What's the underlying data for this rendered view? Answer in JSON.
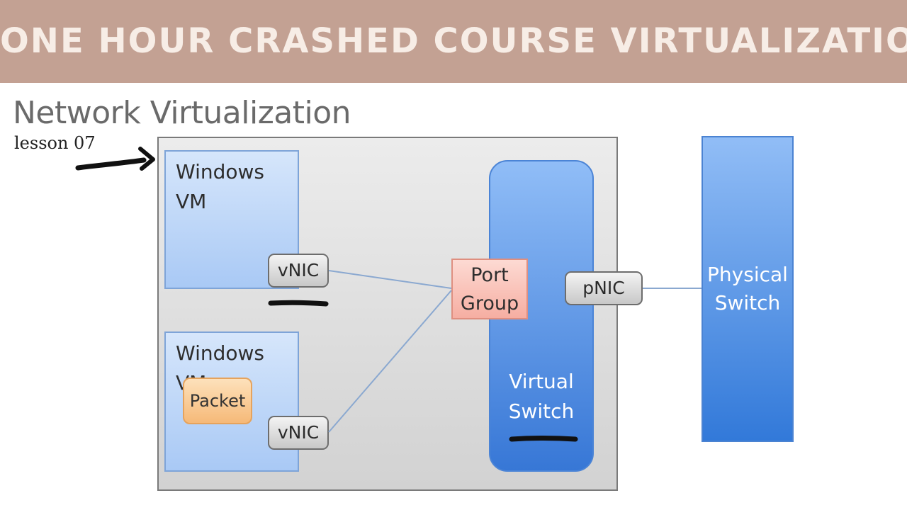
{
  "banner": {
    "title": "ONE HOUR CRASHED COURSE VIRTUALIZATION"
  },
  "slide": {
    "title": "Network Virtualization",
    "lesson": "lesson 07"
  },
  "diagram": {
    "vm1": {
      "label": "Windows\nVM",
      "nic": "vNIC"
    },
    "vm2": {
      "label": "Windows\nVM",
      "nic": "vNIC",
      "packet": "Packet"
    },
    "port_group": "Port\nGroup",
    "virtual_switch": "Virtual\nSwitch",
    "pnic": "pNIC",
    "physical_switch": "Physical\nSwitch"
  },
  "colors": {
    "banner": "#c3a193",
    "vm_fill": "#bcd6f8",
    "switch_blue": "#4a88e0",
    "port_group": "#f9bfb4",
    "packet": "#f8c990",
    "link_line": "#8aa8d0"
  }
}
